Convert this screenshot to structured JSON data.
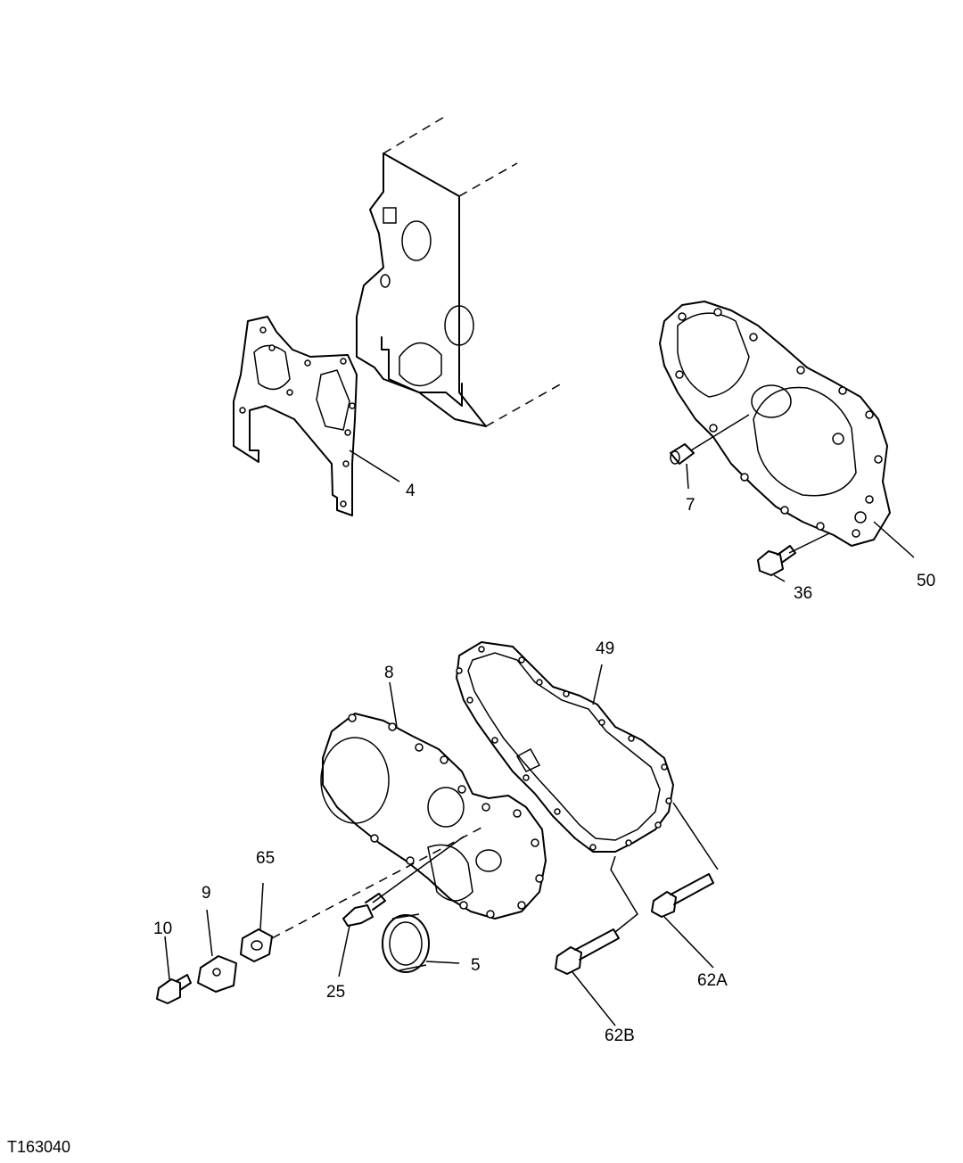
{
  "figure": {
    "id": "T163040"
  },
  "callouts": {
    "c4": "4",
    "c7": "7",
    "c50": "50",
    "c36": "36",
    "c49": "49",
    "c8": "8",
    "c65": "65",
    "c9": "9",
    "c10": "10",
    "c25": "25",
    "c5": "5",
    "c62A": "62A",
    "c62B": "62B"
  }
}
